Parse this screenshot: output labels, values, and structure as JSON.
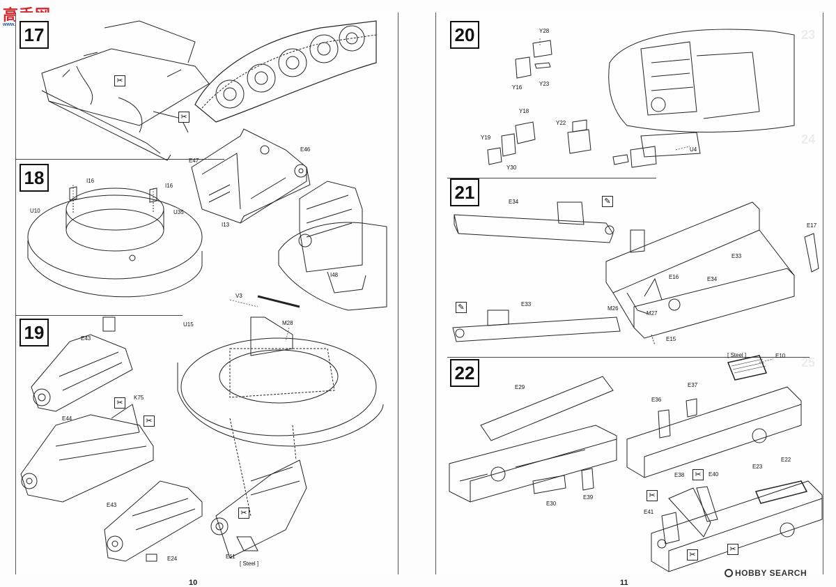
{
  "watermark_top": {
    "glyphs": "高手网",
    "url": "www.gaoshou.com"
  },
  "watermark_bottom": "HOBBY SEARCH",
  "pages": {
    "left": "10",
    "right": "11"
  },
  "steps": {
    "s17": "17",
    "s18": "18",
    "s19": "19",
    "s20": "20",
    "s21": "21",
    "s22": "22"
  },
  "parts": {
    "E46": "E46",
    "E47": "E47",
    "I13": "I13",
    "I16a": "I16",
    "I16b": "I16",
    "U10": "U10",
    "U35": "U35",
    "I48": "I48",
    "E43a": "E43",
    "E44": "E44",
    "E43b": "E43",
    "K75": "K75",
    "E24": "E24",
    "V3": "V3",
    "M28": "M28",
    "U15": "U15",
    "E11": "E11",
    "steel19": "[ Steel ]",
    "Y28": "Y28",
    "Y16": "Y16",
    "Y23": "Y23",
    "Y18": "Y18",
    "Y22": "Y22",
    "Y19": "Y19",
    "Y30": "Y30",
    "U4": "U4",
    "E34a": "E34",
    "E17": "E17",
    "E33a": "E33",
    "E16": "E16",
    "E34b": "E34",
    "E33b": "E33",
    "M26": "M26",
    "M27": "M27",
    "E15": "E15",
    "steel22": "[ Steel ]",
    "E10": "E10",
    "E29": "E29",
    "E37": "E37",
    "E36": "E36",
    "E30": "E30",
    "E39": "E39",
    "E23": "E23",
    "E22": "E22",
    "E38": "E38",
    "E40": "E40",
    "E41": "E41"
  },
  "icons": {
    "glue": "glue-icon",
    "cut": "cut-icon"
  },
  "colors": {
    "line": "#222222",
    "watermark_red": "#d8262c",
    "watermark_blue": "#1e56a8",
    "ghost": "#ececec"
  }
}
